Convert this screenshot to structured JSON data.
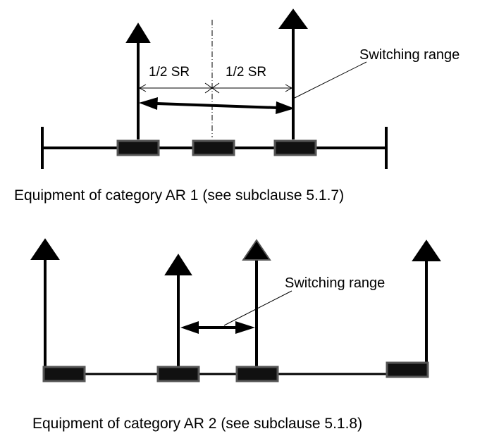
{
  "figure_top": {
    "half_sr_left": "1/2 SR",
    "half_sr_right": "1/2 SR",
    "switching_range_label": "Switching range",
    "caption": "Equipment of category AR 1 (see subclause 5.1.7)"
  },
  "figure_bottom": {
    "switching_range_label": "Switching range",
    "caption": "Equipment of category AR 2 (see subclause 5.1.8)"
  }
}
